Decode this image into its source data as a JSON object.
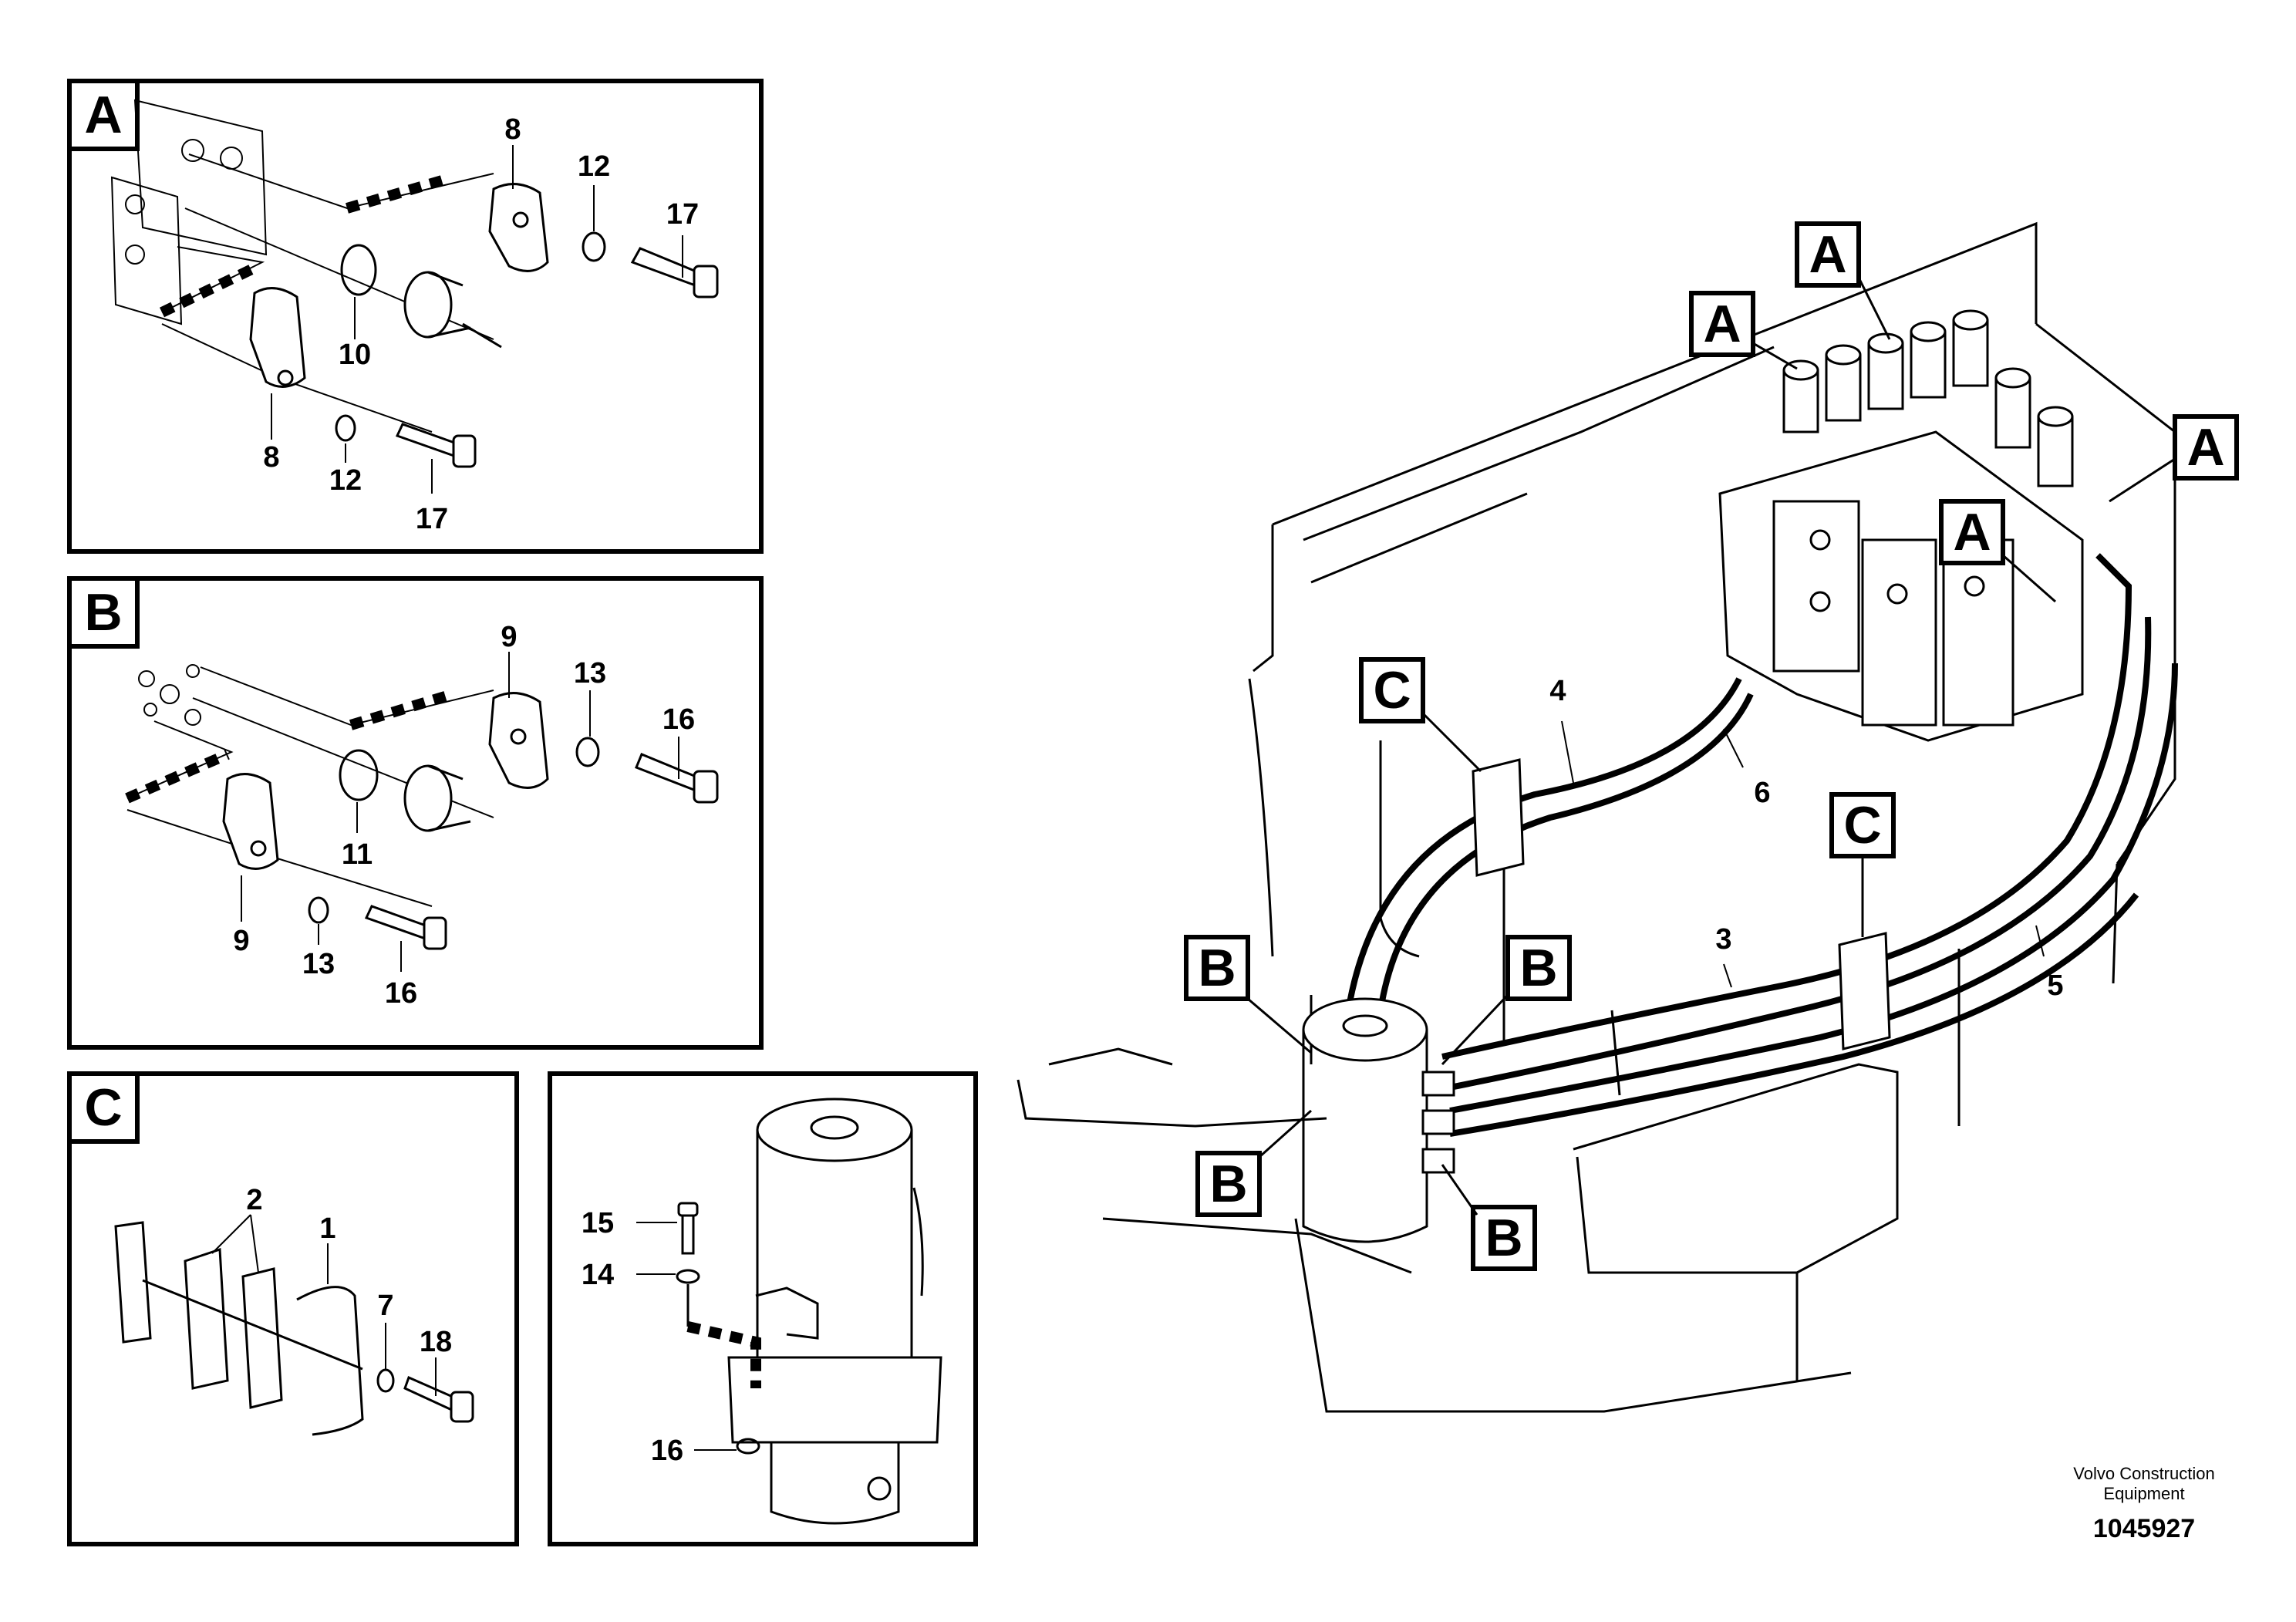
{
  "panels": {
    "A": {
      "letter": "A",
      "parts": [
        "8",
        "12",
        "17",
        "10",
        "8",
        "12",
        "17"
      ]
    },
    "B": {
      "letter": "B",
      "parts": [
        "9",
        "13",
        "16",
        "11",
        "9",
        "13",
        "16"
      ]
    },
    "C": {
      "letter": "C",
      "parts": [
        "2",
        "1",
        "7",
        "18"
      ]
    },
    "D": {
      "parts": [
        "15",
        "14",
        "16"
      ]
    }
  },
  "main": {
    "callouts": [
      "A",
      "A",
      "A",
      "A",
      "C",
      "C",
      "B",
      "B",
      "B",
      "B"
    ],
    "parts": [
      "4",
      "6",
      "3",
      "5"
    ]
  },
  "footer": {
    "brand_line1": "Volvo Construction",
    "brand_line2": "Equipment",
    "doc_number": "1045927"
  }
}
